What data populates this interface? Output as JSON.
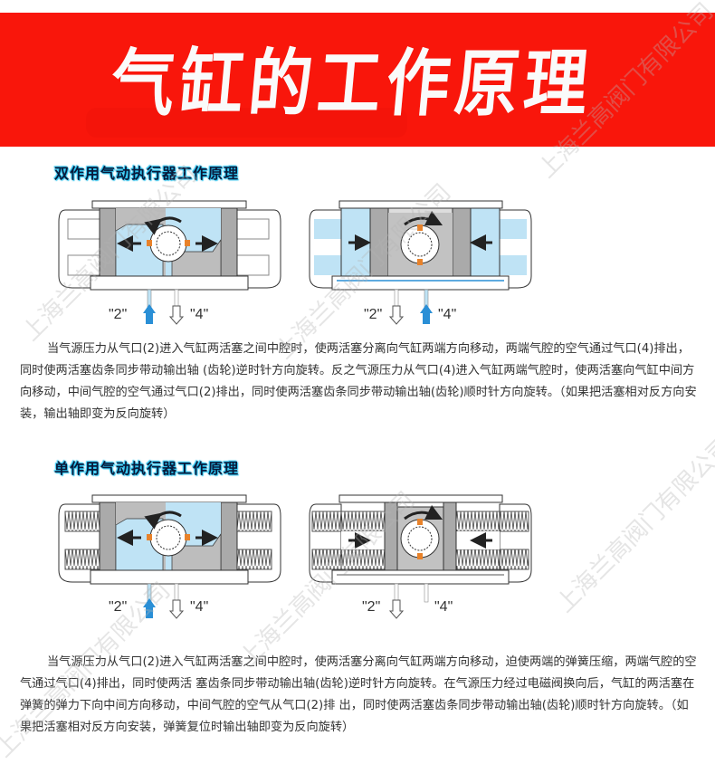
{
  "banner": {
    "title": "气缸的工作原理"
  },
  "sections": [
    {
      "title": "双作用气动执行器工作原理",
      "diagrams": [
        {
          "label_port2": "\"2\"",
          "label_port4": "\"4\"",
          "inlet": "2",
          "rotation": "counterclockwise"
        },
        {
          "label_port2": "\"2\"",
          "label_port4": "\"4\"",
          "inlet": "4",
          "rotation": "clockwise"
        }
      ],
      "paragraph": "当气源压力从气口(2)进入气缸两活塞之间中腔时，使两活塞分离向气缸两端方向移动，两端气腔的空气通过气口(4)排出，同时使两活塞齿条同步带动输出轴 (齿轮)逆时针方向旋转。反之气源压力从气口(4)进入气缸两端气腔时，使两活塞向气缸中间方向移动，中间气腔的空气通过气口(2)排出，同时使两活塞齿条同步带动输出轴(齿轮)顺时针方向旋转。（如果把活塞相对反方向安装，输出轴即变为反向旋转）"
    },
    {
      "title": "单作用气动执行器工作原理",
      "diagrams": [
        {
          "label_port2": "\"2\"",
          "label_port4": "\"4\"",
          "inlet": "2",
          "rotation": "counterclockwise"
        },
        {
          "label_port2": "\"2\"",
          "label_port4": "\"4\"",
          "inlet": "none",
          "rotation": "clockwise"
        }
      ],
      "paragraph": "当气源压力从气口(2)进入气缸两活塞之间中腔时，使两活塞分离向气缸两端方向移动，迫使两端的弹簧压缩，两端气腔的空气通过气口(4)排出，同时使两活 塞齿条同步带动输出轴(齿轮)逆时针方向旋转。在气源压力经过电磁阀换向后，气缸的两活塞在弹簧的弹力下向中间方向移动，中间气腔的空气从气口(2)排 出，同时使两活塞齿条同步带动输出轴(齿轮)顺时针方向旋转。（如果把活塞相对反方向安装，弹簧复位时输出轴即变为反向旋转）"
    }
  ],
  "watermark": "上海兰高阀门有限公司",
  "colors": {
    "banner": "#f9160b",
    "chamber_blue": "#bfe3f5",
    "chamber_gray": "#bdbdbd",
    "arrow_blue": "#2a8fd6",
    "title_glow": "#29c4f0"
  }
}
